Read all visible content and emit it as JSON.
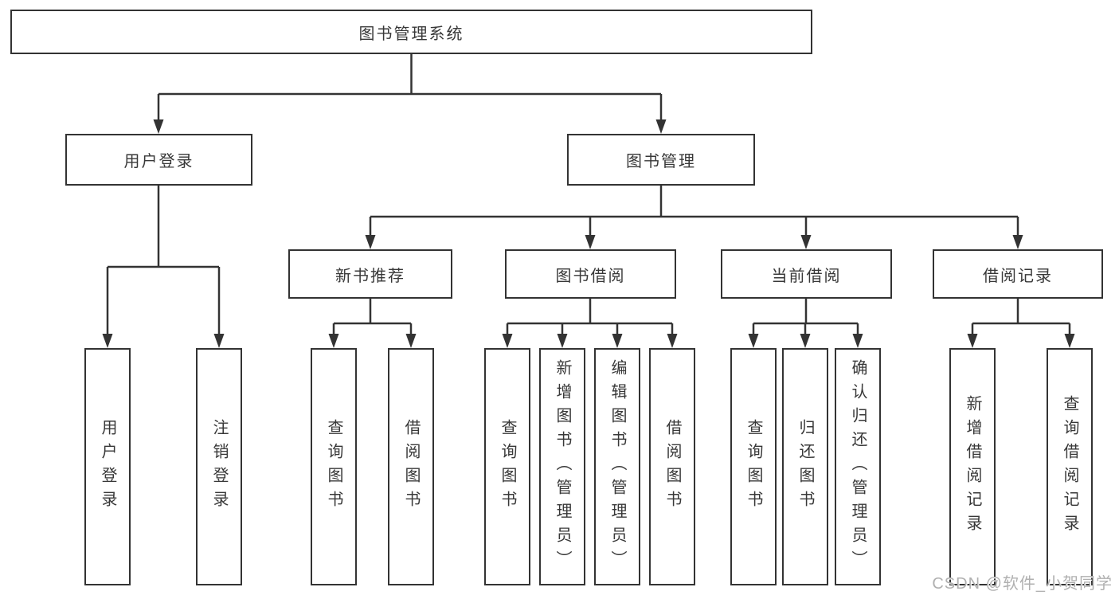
{
  "tree": {
    "root": "图书管理系统",
    "branches": [
      {
        "label": "用户登录",
        "children": [
          "用户登录",
          "注销登录"
        ]
      },
      {
        "label": "图书管理",
        "groups": [
          {
            "label": "新书推荐",
            "children": [
              "查询图书",
              "借阅图书"
            ]
          },
          {
            "label": "图书借阅",
            "children": [
              "查询图书",
              "新增图书（管理员）",
              "编辑图书（管理员）",
              "借阅图书"
            ]
          },
          {
            "label": "当前借阅",
            "children": [
              "查询图书",
              "归还图书",
              "确认归还（管理员）"
            ]
          },
          {
            "label": "借阅记录",
            "children": [
              "新增借阅记录",
              "查询借阅记录"
            ]
          }
        ]
      }
    ]
  },
  "watermark": "CSDN @软件_小贺同学",
  "colors": {
    "line": "#333333",
    "text": "#383838",
    "box_background": "#ffffff",
    "watermark": "#b0b0b0"
  }
}
